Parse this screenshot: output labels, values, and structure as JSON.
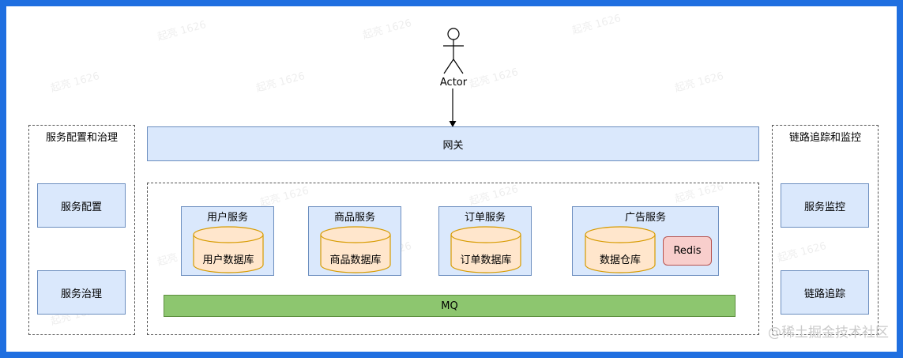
{
  "actor": {
    "label": "Actor"
  },
  "gateway": {
    "label": "网关"
  },
  "left_group": {
    "title": "服务配置和治理",
    "items": [
      "服务配置",
      "服务治理"
    ]
  },
  "right_group": {
    "title": "链路追踪和监控",
    "items": [
      "服务监控",
      "链路追踪"
    ]
  },
  "services": [
    {
      "title": "用户服务",
      "db": "用户数据库"
    },
    {
      "title": "商品服务",
      "db": "商品数据库"
    },
    {
      "title": "订单服务",
      "db": "订单数据库"
    },
    {
      "title": "广告服务",
      "db": "数据仓库",
      "cache": "Redis"
    }
  ],
  "mq": {
    "label": "MQ"
  },
  "watermark": "起亮 1626",
  "footer": "@稀土掘金技术社区",
  "colors": {
    "frame": "#1f6fe0",
    "blue_fill": "#dae8fc",
    "blue_stroke": "#6c8ebf",
    "db_fill": "#ffe6cc",
    "db_stroke": "#d79b00",
    "redis_fill": "#f8cecc",
    "mq_fill": "#8dc66f"
  }
}
